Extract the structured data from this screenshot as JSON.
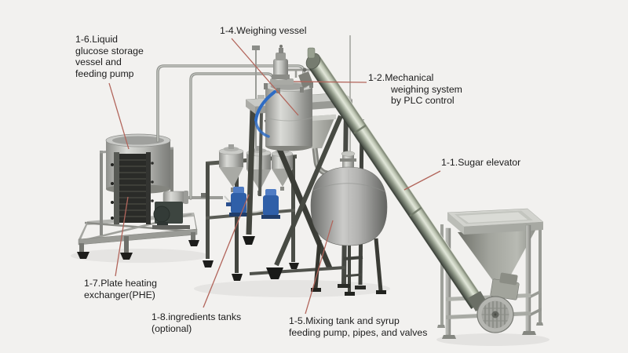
{
  "title": "Sugar handling and syrup preparation system - labeled equipment diagram",
  "colors": {
    "background": "#f2f1ef",
    "leader_line": "#b2655b",
    "text": "#1c1c1c",
    "pump_blue": "#2f5fa8",
    "hose_blue": "#2e6cc4"
  },
  "labels": [
    {
      "id": "1-6",
      "lines": [
        "1-6.Liquid",
        "glucose storage",
        "vessel and",
        "feeding pump"
      ]
    },
    {
      "id": "1-4",
      "lines": [
        "1-4.Weighing vessel"
      ]
    },
    {
      "id": "1-2",
      "lines": [
        "1-2.Mechanical",
        "weighing system",
        "by PLC control"
      ]
    },
    {
      "id": "1-1",
      "lines": [
        "1-1.Sugar elevator"
      ]
    },
    {
      "id": "1-7",
      "lines": [
        "1-7.Plate heating",
        "exchanger(PHE)"
      ]
    },
    {
      "id": "1-8",
      "lines": [
        "1-8.ingredients tanks",
        "(optional)"
      ]
    },
    {
      "id": "1-5",
      "lines": [
        "1-5.Mixing tank and syrup",
        "feeding pump, pipes, and valves"
      ]
    }
  ]
}
